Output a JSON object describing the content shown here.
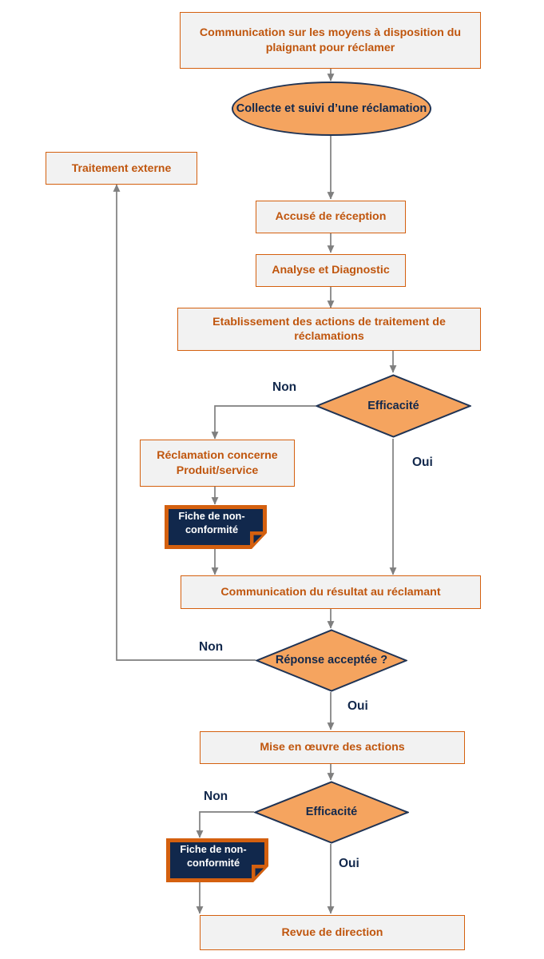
{
  "diagram": {
    "title": "Collecte et suivi d’une réclamation",
    "colors": {
      "process_fill": "#f2f2f2",
      "process_border": "#D4600F",
      "process_text": "#C0560E",
      "accent_orange": "#F5A45F",
      "navy": "#12284C",
      "doc_fill": "#11284C",
      "doc_border": "#D4600F",
      "connector": "#7F7F7F"
    }
  },
  "nodes": {
    "communication_moyens": {
      "label": "Communication sur les moyens à disposition du plaignant pour réclamer",
      "shape": "process"
    },
    "collecte_suivi": {
      "label": "Collecte et suivi d’une réclamation",
      "shape": "terminator"
    },
    "traitement_externe": {
      "label": "Traitement externe",
      "shape": "process"
    },
    "accuse_reception": {
      "label": "Accusé de réception",
      "shape": "process"
    },
    "analyse_diagnostic": {
      "label": "Analyse et Diagnostic",
      "shape": "process"
    },
    "etablissement_actions": {
      "label": "Etablissement des actions de traitement de réclamations",
      "shape": "process"
    },
    "efficacite_1": {
      "label": "Efficacité",
      "shape": "decision"
    },
    "reclamation_concerne": {
      "label": "Réclamation concerne Produit/service",
      "shape": "process"
    },
    "fiche_non_conformite_1": {
      "label": "Fiche de non-conformité",
      "shape": "document"
    },
    "communication_resultat": {
      "label": "Communication du résultat au réclamant",
      "shape": "process"
    },
    "reponse_acceptee": {
      "label": "Réponse acceptée ?",
      "shape": "decision"
    },
    "mise_en_oeuvre": {
      "label": "Mise en œuvre des actions",
      "shape": "process"
    },
    "efficacite_2": {
      "label": "Efficacité",
      "shape": "decision"
    },
    "fiche_non_conformite_2": {
      "label": "Fiche de non-conformité",
      "shape": "document"
    },
    "revue_direction": {
      "label": "Revue de direction",
      "shape": "process"
    }
  },
  "edge_labels": {
    "efficacite1_non": "Non",
    "efficacite1_oui": "Oui",
    "reponse_non": "Non",
    "reponse_oui": "Oui",
    "efficacite2_non": "Non",
    "efficacite2_oui": "Oui"
  }
}
